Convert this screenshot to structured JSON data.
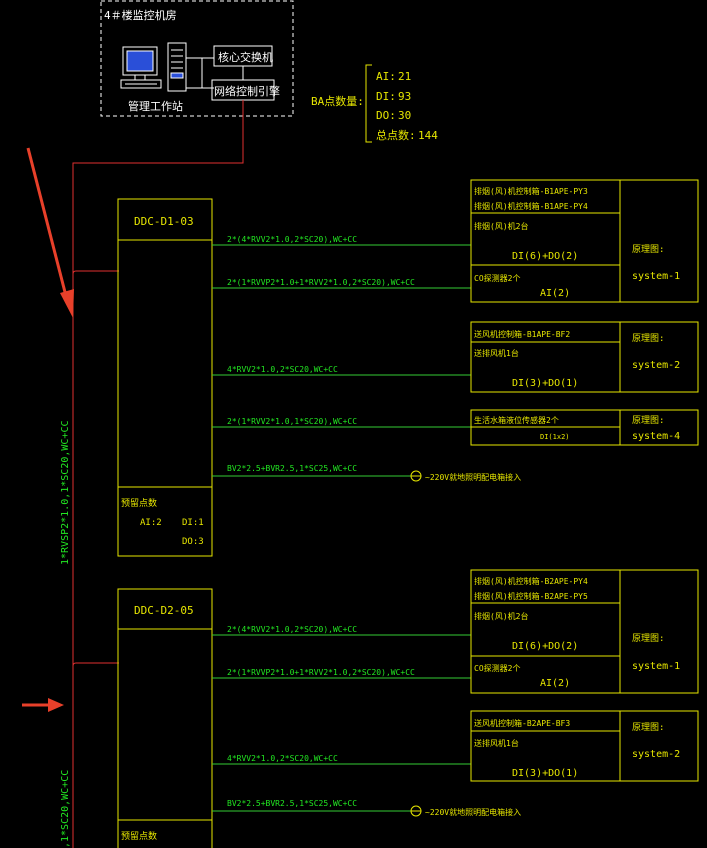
{
  "colors": {
    "background": "#000000",
    "box": "#e6e600",
    "cable": "#33cc33",
    "bus": "#e03030",
    "label_green": "#22e822",
    "annotation": "#e8402a",
    "white": "#ffffff"
  },
  "control_room": {
    "title": "4＃楼监控机房",
    "workstation_label": "管理工作站",
    "core_switch": "核心交换机",
    "network_controller": "网络控制引擎"
  },
  "ba_summary": {
    "label": "BA点数量:",
    "items": [
      {
        "name": "AI:",
        "value": "21"
      },
      {
        "name": "DI:",
        "value": "93"
      },
      {
        "name": "DO:",
        "value": "30"
      },
      {
        "name": "总点数:",
        "value": "144"
      }
    ]
  },
  "bus_cable_label": "1*RVSP2*1.0,1*SC20,WC+CC",
  "bus_cable_label_partial": ",1*SC20,WC+CC",
  "ddc1": {
    "name": "DDC-D1-03",
    "reserve_title": "预留点数",
    "reserve_ai": "AI:2",
    "reserve_di": "DI:1",
    "reserve_do": "DO:3",
    "cables": [
      "2*(4*RVV2*1.0,2*SC20),WC+CC",
      "2*(1*RVVP2*1.0+1*RVV2*1.0,2*SC20),WC+CC",
      "4*RVV2*1.0,2*SC20,WC+CC",
      "2*(1*RVV2*1.0,1*SC20),WC+CC",
      "BV2*2.5+BVR2.5,1*SC25,WC+CC"
    ],
    "power_label": "~220V就地照明配电箱接入",
    "panels": [
      {
        "lines": [
          "排烟(风)机控制箱-B1APE-PY3",
          "排烟(风)机控制箱-B1APE-PY4"
        ],
        "sub1": "排烟(风)机2台",
        "sub1_points": "DI(6)+DO(2)",
        "sub2": "CO探测器2个",
        "sub2_points": "AI(2)",
        "side_label": "原理图:",
        "side_value": "system-1"
      },
      {
        "lines": [
          "送风机控制箱-B1APE-BF2"
        ],
        "sub1": "送排风机1台",
        "sub1_points": "DI(3)+DO(1)",
        "side_label": "原理图:",
        "side_value": "system-2"
      },
      {
        "lines": [
          "生活水箱液位传感器2个"
        ],
        "sub1_points": "DI(1x2)",
        "side_label": "原理图:",
        "side_value": "system-4"
      }
    ]
  },
  "ddc2": {
    "name": "DDC-D2-05",
    "reserve_title": "预留点数",
    "cables": [
      "2*(4*RVV2*1.0,2*SC20),WC+CC",
      "2*(1*RVVP2*1.0+1*RVV2*1.0,2*SC20),WC+CC",
      "4*RVV2*1.0,2*SC20,WC+CC",
      "BV2*2.5+BVR2.5,1*SC25,WC+CC"
    ],
    "power_label": "~220V就地照明配电箱接入",
    "panels": [
      {
        "lines": [
          "排烟(风)机控制箱-B2APE-PY4",
          "排烟(风)机控制箱-B2APE-PY5"
        ],
        "sub1": "排烟(风)机2台",
        "sub1_points": "DI(6)+DO(2)",
        "sub2": "CO探测器2个",
        "sub2_points": "AI(2)",
        "side_label": "原理图:",
        "side_value": "system-1"
      },
      {
        "lines": [
          "送风机控制箱-B2APE-BF3"
        ],
        "sub1": "送排风机1台",
        "sub1_points": "DI(3)+DO(1)",
        "side_label": "原理图:",
        "side_value": "system-2"
      }
    ]
  }
}
